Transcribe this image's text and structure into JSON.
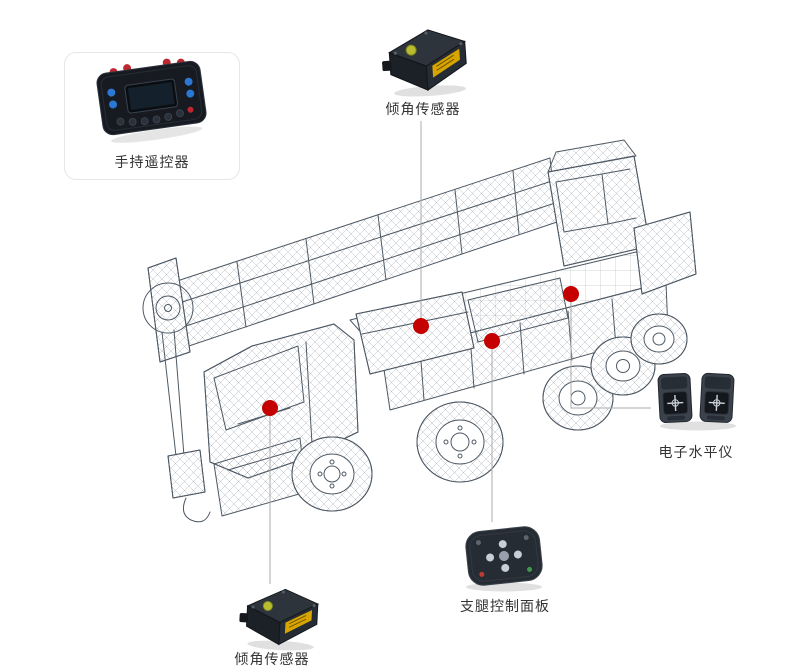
{
  "page": {
    "background": "#ffffff"
  },
  "colors": {
    "dot": "#c40000",
    "connector": "#ababab",
    "card_border": "#e7e7e7",
    "label_text": "#333333"
  },
  "callouts": {
    "remote": {
      "label": "手持遥控器",
      "icon": "handheld-remote-image"
    },
    "tilt_top": {
      "label": "倾角传感器",
      "icon": "tilt-sensor-image"
    },
    "tilt_bottom": {
      "label": "倾角传感器",
      "icon": "tilt-sensor-image"
    },
    "level": {
      "label": "电子水平仪",
      "icon": "electronic-level-image"
    },
    "panel": {
      "label": "支腿控制面板",
      "icon": "outrigger-panel-image"
    }
  },
  "illustration": {
    "name": "mobile-crane-wireframe",
    "mount_points": 4
  }
}
